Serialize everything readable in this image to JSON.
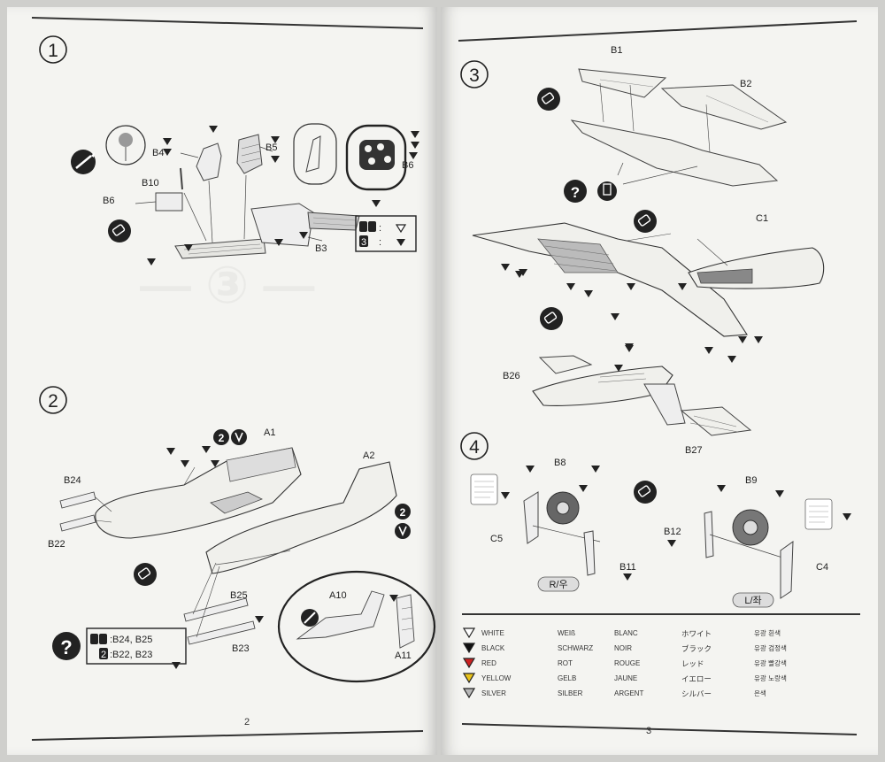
{
  "page_left": {
    "number": "2",
    "steps": [
      {
        "number": "1",
        "labels": {
          "b4": "B4",
          "b5": "B5",
          "b6a": "B6",
          "b10": "B10",
          "b6b": "B6",
          "b3": "B3"
        },
        "paint_note": {
          "a": ":",
          "b": "3",
          "c": ":"
        }
      },
      {
        "number": "2",
        "labels": {
          "a1": "A1",
          "a2": "A2",
          "b24": "B24",
          "b22": "B22",
          "b25": "B25",
          "b23": "B23",
          "a10": "A10",
          "a11": "A11"
        },
        "option_note": {
          "line1": ":B24, B25",
          "line2_num": "2",
          "line2": ":B22, B23"
        },
        "callout_num": "2"
      }
    ]
  },
  "page_right": {
    "number": "3",
    "steps": [
      {
        "number": "3",
        "labels": {
          "b1": "B1",
          "b2": "B2",
          "c1": "C1",
          "b26": "B26",
          "b27": "B27"
        }
      },
      {
        "number": "4",
        "labels": {
          "b8": "B8",
          "c5": "C5",
          "b11": "B11",
          "b9": "B9",
          "b12": "B12",
          "c4": "C4"
        },
        "side_right": "R/우",
        "side_left": "L/좌"
      }
    ],
    "paint_legend": [
      {
        "color": "#ffffff",
        "en": "WHITE",
        "de": "WEIß",
        "fr": "BLANC",
        "ja": "ホワイト",
        "ko": "유광 흰색"
      },
      {
        "color": "#111111",
        "en": "BLACK",
        "de": "SCHWARZ",
        "fr": "NOIR",
        "ja": "ブラック",
        "ko": "유광 검정색"
      },
      {
        "color": "#cc2222",
        "en": "RED",
        "de": "ROT",
        "fr": "ROUGE",
        "ja": "レッド",
        "ko": "유광 빨강색"
      },
      {
        "color": "#e8c21a",
        "en": "YELLOW",
        "de": "GELB",
        "fr": "JAUNE",
        "ja": "イエロー",
        "ko": "유광 노랑색"
      },
      {
        "color": "#b8b8b8",
        "en": "SILVER",
        "de": "SILBER",
        "fr": "ARGENT",
        "ja": "シルバー",
        "ko": "은색"
      }
    ]
  }
}
